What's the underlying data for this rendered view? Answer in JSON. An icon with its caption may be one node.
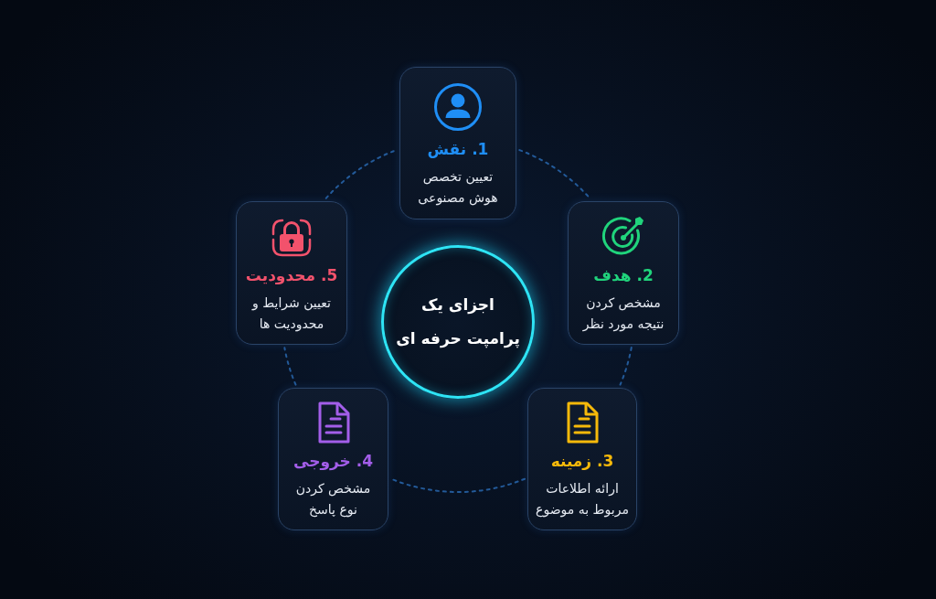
{
  "diagram": {
    "nodes": [
      {
        "text": [
          "اجزای یک پرامپت حرفه ای"
        ]
      },
      {
        "text": [
          "1. نقش",
          "تعیین تخصص هوش مصنوعی"
        ]
      },
      {
        "text": [
          "2. هدف",
          "مشخص کردن نتیجه مورد نظر"
        ]
      },
      {
        "text": [
          "3. زمینه",
          "ارائه اطلاعات مربوط به موضوع"
        ]
      },
      {
        "text": [
          "4. خروجی",
          "مشخص کردن نوع پاسخ"
        ]
      },
      {
        "text": [
          "5. محدودیت",
          "تعیین شرایط و محدودیت ها"
        ]
      }
    ],
    "edges": [
      {
        "from": 1,
        "to": 2,
        "arrow": "none",
        "style": "dashed"
      },
      {
        "from": 2,
        "to": 3,
        "arrow": "none",
        "style": "dashed"
      },
      {
        "from": 3,
        "to": 4,
        "arrow": "none",
        "style": "dashed"
      },
      {
        "from": 4,
        "to": 5,
        "arrow": "none",
        "style": "dashed"
      },
      {
        "from": 5,
        "to": 1,
        "arrow": "none",
        "style": "dashed"
      }
    ]
  }
}
